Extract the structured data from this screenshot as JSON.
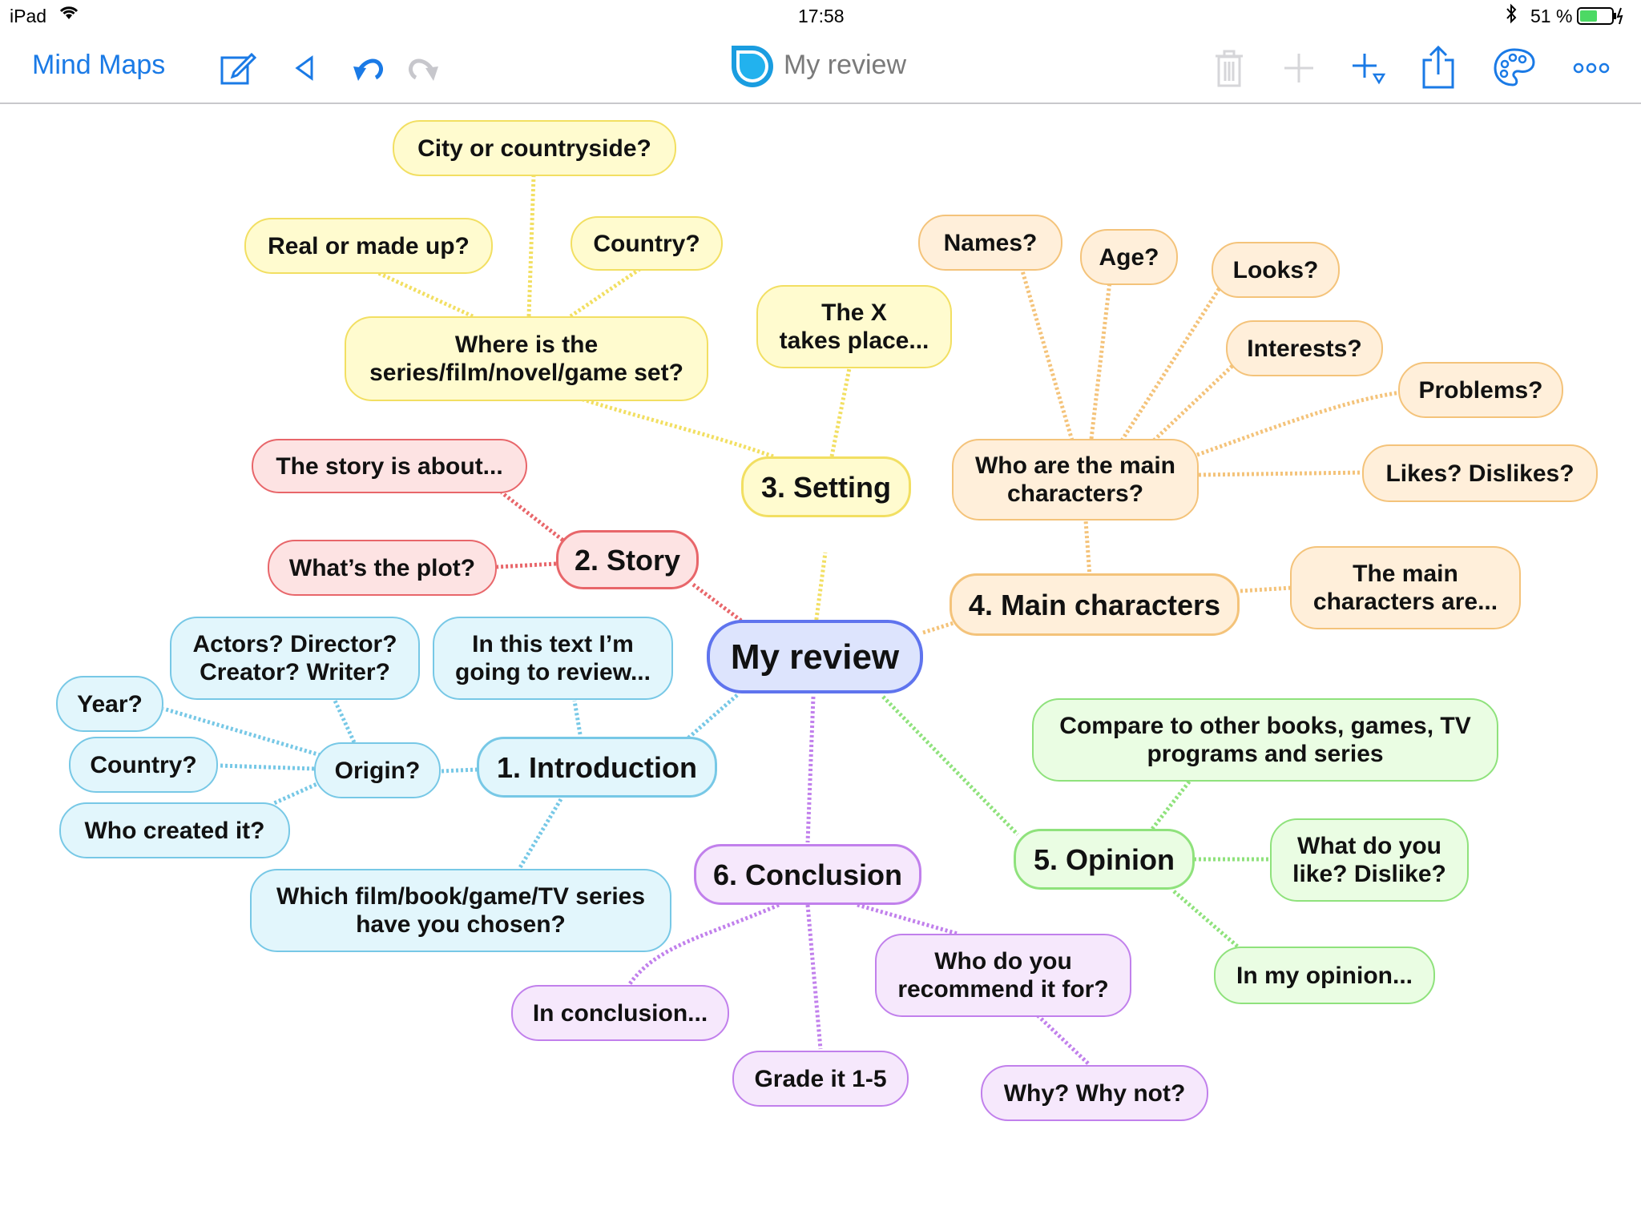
{
  "status_bar": {
    "device": "iPad",
    "time": "17:58",
    "battery": "51 %"
  },
  "toolbar": {
    "back_label": "Mind Maps",
    "doc_title": "My review",
    "icons": [
      "edit-icon",
      "collapse-icon",
      "undo-icon",
      "redo-icon",
      "logo-icon",
      "trash-icon",
      "add-icon",
      "add-child-icon",
      "share-icon",
      "palette-icon",
      "more-icon"
    ]
  },
  "colors": {
    "accent": "#1a7ae6",
    "yellow_branch": "#f2df62",
    "orange_branch": "#f4c37a",
    "red_branch": "#e8666a",
    "blue_branch": "#77c8e6",
    "green_branch": "#8fe27c",
    "purple_branch": "#c180ec",
    "central": "#5f74ee"
  },
  "mindmap": {
    "central": "My review",
    "branches": {
      "introduction": {
        "label": "1. Introduction",
        "in_this_text": "In this text I’m\ngoing to review...",
        "which": "Which film/book/game/TV series\nhave you chosen?",
        "origin": "Origin?",
        "origin_children": {
          "actors": "Actors? Director?\nCreator? Writer?",
          "year": "Year?",
          "country": "Country?",
          "who_created": "Who created it?"
        }
      },
      "story": {
        "label": "2. Story",
        "about": "The story is about...",
        "plot": "What’s the plot?"
      },
      "setting": {
        "label": "3. Setting",
        "takes_place": "The X\ntakes place...",
        "where": "Where is the\nseries/film/novel/game set?",
        "where_children": {
          "city": "City or countryside?",
          "real": "Real or made up?",
          "country": "Country?"
        }
      },
      "characters": {
        "label": "4. Main characters",
        "main_are": "The main\ncharacters are...",
        "who": "Who are the main\ncharacters?",
        "who_children": {
          "names": "Names?",
          "age": "Age?",
          "looks": "Looks?",
          "interests": "Interests?",
          "problems": "Problems?",
          "likes": "Likes? Dislikes?"
        }
      },
      "opinion": {
        "label": "5. Opinion",
        "compare": "Compare to other books, games, TV\nprograms and series",
        "what_like": "What do you\nlike? Dislike?",
        "in_my_opinion": "In my opinion..."
      },
      "conclusion": {
        "label": "6. Conclusion",
        "in_conclusion": "In conclusion...",
        "grade": "Grade it 1-5",
        "recommend": "Who do you\nrecommend it for?",
        "why": "Why? Why not?"
      }
    }
  }
}
